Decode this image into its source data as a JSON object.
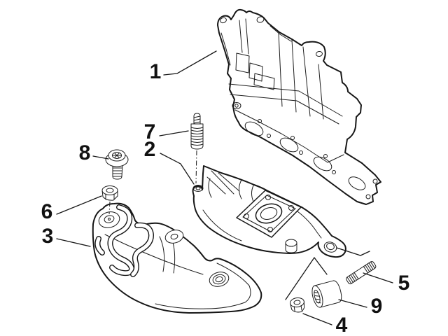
{
  "diagram": {
    "type": "exploded-parts-diagram",
    "subject": "exhaust manifold with upper and lower heat shields and fixing hardware",
    "background_color": "#ffffff",
    "line_color": "#161616",
    "callouts": [
      {
        "label": "1",
        "part": "upper-heat-shield-with-gasket"
      },
      {
        "label": "2",
        "part": "exhaust-manifold"
      },
      {
        "label": "3",
        "part": "lower-heat-shield"
      },
      {
        "label": "4",
        "part": "flanged-nut"
      },
      {
        "label": "5",
        "part": "double-end-stud"
      },
      {
        "label": "6",
        "part": "flanged-nut"
      },
      {
        "label": "7",
        "part": "stud-bolt"
      },
      {
        "label": "8",
        "part": "flanged-screw"
      },
      {
        "label": "9",
        "part": "spacer-bushing"
      }
    ]
  }
}
